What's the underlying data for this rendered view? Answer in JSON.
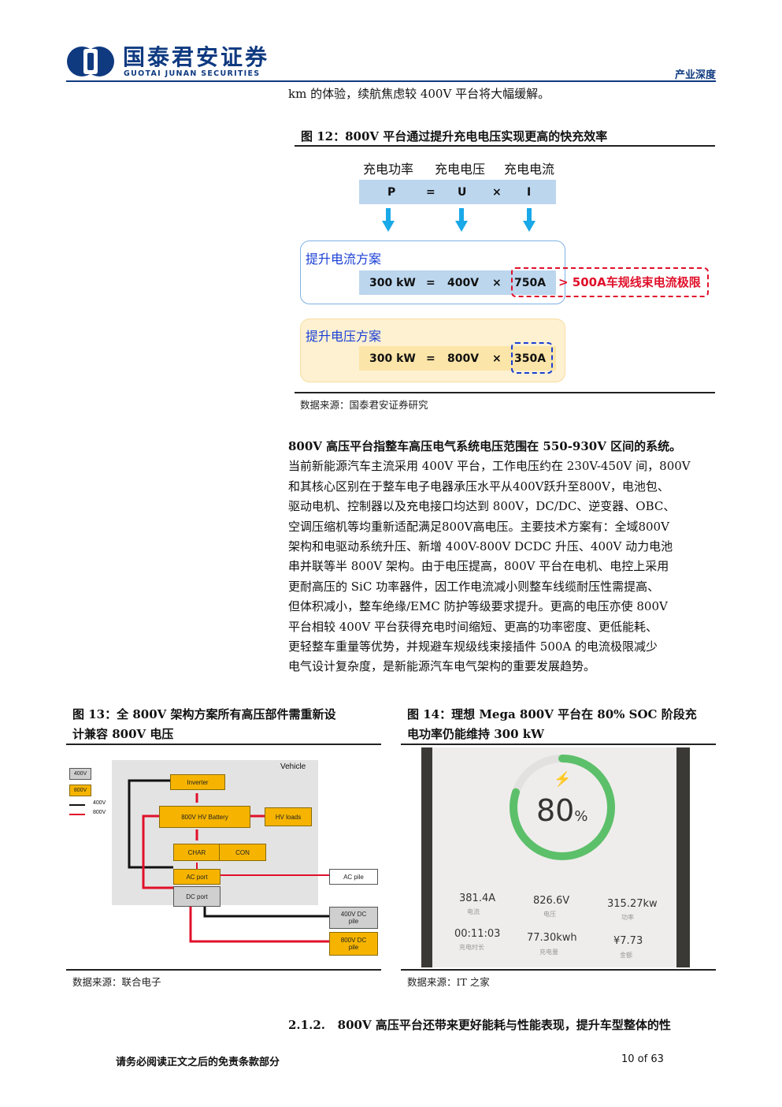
{
  "header": {
    "company_cn": "国泰君安证券",
    "company_en": "GUOTAI JUNAN SECURITIES",
    "section": "产业深度"
  },
  "intro_line": "km 的体验，续航焦虑较 400V 平台将大幅缓解。",
  "figure12": {
    "title": "图 12：800V 平台通过提升充电电压实现更高的快充效率",
    "col_labels": [
      "充电功率",
      "充电电压",
      "充电电流"
    ],
    "formula": {
      "p": "P",
      "eq": "=",
      "u": "U",
      "x": "×",
      "i": "I"
    },
    "scheme_current": {
      "heading": "提升电流方案",
      "power": "300 kW",
      "eq": "=",
      "voltage": "400V",
      "x": "×",
      "current": "750A",
      "note": "> 500A车规线束电流极限"
    },
    "scheme_voltage": {
      "heading": "提升电压方案",
      "power": "300 kW",
      "eq": "=",
      "voltage": "800V",
      "x": "×",
      "current": "350A"
    },
    "source": "数据来源：国泰君安证券研究"
  },
  "paragraph": {
    "lead": "800V 高压平台指整车高压电气系统电压范围在 550-930V 区间的系统。",
    "lines": [
      "当前新能源汽车主流采用 400V 平台，工作电压约在 230V-450V 间，800V",
      "和其核心区别在于整车电子电器承压水平从400V跃升至800V，电池包、",
      "驱动电机、控制器以及充电接口均达到 800V，DC/DC、逆变器、OBC、",
      "空调压缩机等均重新适配满足800V高电压。主要技术方案有：全域800V",
      "架构和电驱动系统升压、新增 400V-800V DCDC 升压、400V 动力电池",
      "串并联等半 800V 架构。由于电压提高，800V 平台在电机、电控上采用",
      "更耐高压的 SiC 功率器件，因工作电流减小则整车线缆耐压性需提高、",
      "但体积减小，整车绝缘/EMC 防护等级要求提升。更高的电压亦使 800V",
      "平台相较 400V 平台获得充电时间缩短、更高的功率密度、更低能耗、",
      "更轻整车重量等优势，并规避车规级线束接插件 500A 的电流极限减少",
      "电气设计复杂度，是新能源汽车电气架构的重要发展趋势。"
    ]
  },
  "figure13": {
    "title_line1": "图 13：全 800V 架构方案所有高压部件需重新设",
    "title_line2": "计兼容 800V 电压",
    "legend": {
      "box1": "400V",
      "box2": "800V",
      "line1": "400V",
      "line2": "800V"
    },
    "vehicle": "Vehicle",
    "inverter": "Inverter",
    "battery": "800V HV Battery",
    "hv_loads": "HV loads",
    "char": "CHAR",
    "con": "CON",
    "ac_port": "AC port",
    "dc_port": "DC port",
    "ac_pile": "AC pile",
    "dc400_line1": "400V DC",
    "dc400_line2": "pile",
    "dc800_line1": "800V DC",
    "dc800_line2": "pile",
    "source": "数据来源：联合电子"
  },
  "figure14": {
    "title_line1": "图 14：理想 Mega 800V 平台在 80% SOC 阶段充",
    "title_line2": "电功率仍能维持 300 kW",
    "soc": "80",
    "soc_unit": "%",
    "soc_fraction": 0.8,
    "stats": [
      {
        "value": "381.4A",
        "label": "电流"
      },
      {
        "value": "826.6V",
        "label": "电压"
      },
      {
        "value": "315.27kw",
        "label": "功率"
      },
      {
        "value": "00:11:03",
        "label": "充电时长"
      },
      {
        "value": "77.30kwh",
        "label": "充电量"
      },
      {
        "value": "¥7.73",
        "label": "金额"
      }
    ],
    "source": "数据来源：IT 之家"
  },
  "section_heading": "2.1.2.   800V 高压平台还带来更好能耗与性能表现，提升车型整体的性",
  "footer": {
    "disclaimer": "请务必阅读正文之后的免责条款部分",
    "page": "10 of 63"
  },
  "colors": {
    "brand_blue": "#0f3a80",
    "formula_bar": "#bcd6ee",
    "warning_red": "#e0102a",
    "highlight_blue": "#1a3fd6",
    "arrow_cyan": "#19a8e8",
    "progress_green": "#5cc06a"
  }
}
